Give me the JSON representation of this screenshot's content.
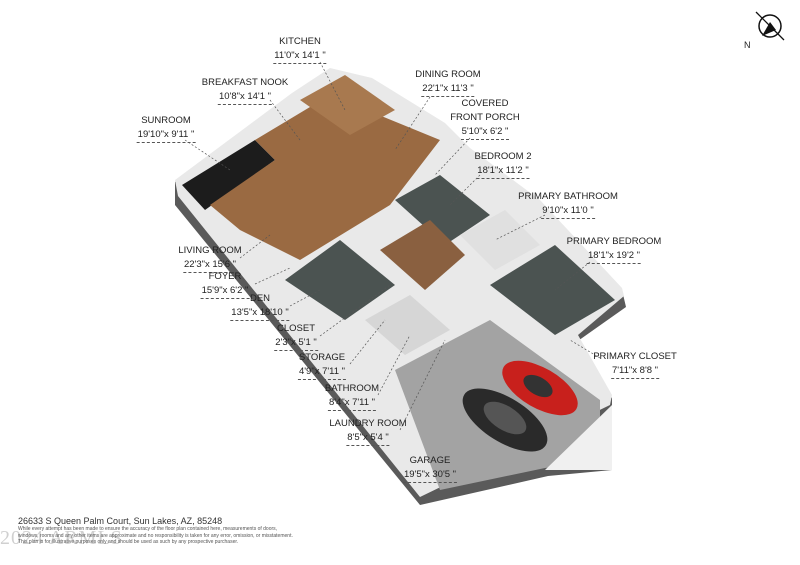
{
  "compass": {
    "icon": "compass-north-icon",
    "label": "N"
  },
  "rooms": [
    {
      "name": "KITCHEN",
      "dims": "11'0\"x 14'1 \""
    },
    {
      "name": "BREAKFAST NOOK",
      "dims": "10'8\"x 14'1 \""
    },
    {
      "name": "DINING ROOM",
      "dims": "22'1\"x 11'3 \""
    },
    {
      "name": "COVERED FRONT PORCH",
      "dims": "5'10\"x 6'2 \""
    },
    {
      "name": "SUNROOM",
      "dims": "19'10\"x 9'11 \""
    },
    {
      "name": "BEDROOM 2",
      "dims": "18'1\"x 11'2 \""
    },
    {
      "name": "PRIMARY BATHROOM",
      "dims": "9'10\"x 11'0 \""
    },
    {
      "name": "PRIMARY BEDROOM",
      "dims": "18'1\"x 19'2 \""
    },
    {
      "name": "LIVING ROOM",
      "dims": "22'3\"x 15'6 \""
    },
    {
      "name": "FOYER",
      "dims": "15'9\"x 6'2 \""
    },
    {
      "name": "DEN",
      "dims": "13'5\"x 18'10 \""
    },
    {
      "name": "CLOSET",
      "dims": "2'3\"x 5'1 \""
    },
    {
      "name": "STORAGE",
      "dims": "4'9\"x 7'11 \""
    },
    {
      "name": "BATHROOM",
      "dims": "8'4\"x 7'11 \""
    },
    {
      "name": "LAUNDRY ROOM",
      "dims": "8'5\"x 5'4 \""
    },
    {
      "name": "GARAGE",
      "dims": "19'5\"x 30'5 \""
    },
    {
      "name": "PRIMARY CLOSET",
      "dims": "7'11\"x 8'8 \""
    }
  ],
  "footer": {
    "address": "26633 S Queen Palm Court, Sun Lakes, AZ, 85248",
    "disclaimer_1": "While every attempt has been made to ensure the accuracy of the floor plan contained here, measurements of doors,",
    "disclaimer_2": "windows, rooms and any other items are approximate and no responsibility is taken for any error, omission, or misstatement.",
    "disclaimer_3": "This plan is for illustrative purposes only and should be used as such by any prospective purchaser.",
    "watermark": "2024 ARMLS"
  },
  "colors": {
    "wood": "#9a6a42",
    "carpet": "#4b5351",
    "garage": "#a3a3a3",
    "wall": "#f4f4f4",
    "sunroom": "#1c1c1c"
  }
}
